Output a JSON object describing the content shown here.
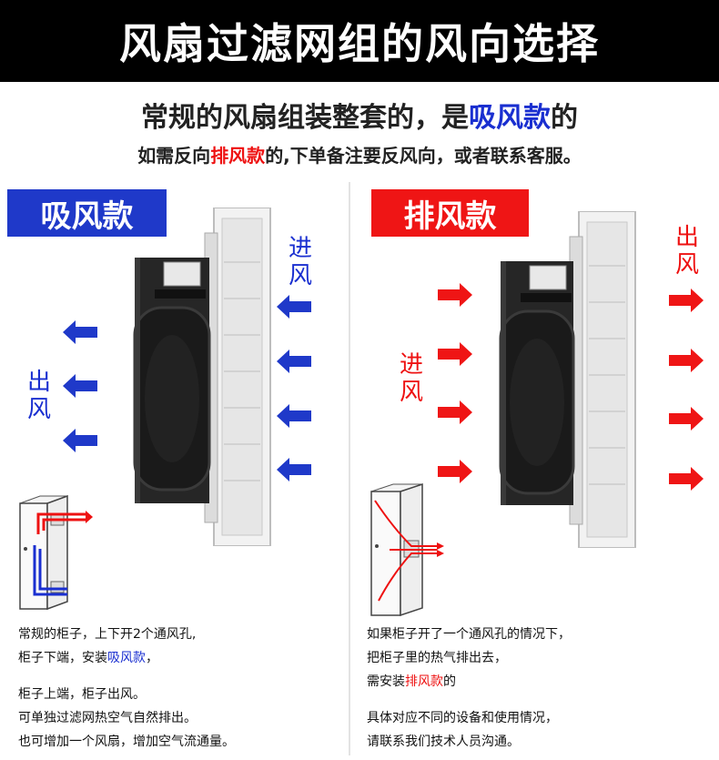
{
  "header": {
    "title": "风扇过滤网组的风向选择"
  },
  "subtitle": {
    "line1_pre": "常规的风扇组装整套的，是",
    "line1_hl": "吸风款",
    "line1_post": "的",
    "line2_pre": "如需反向",
    "line2_hl": "排风款",
    "line2_post": "的,下单备注要反风向，或者联系客服。"
  },
  "left": {
    "tag": "吸风款",
    "in_label": "进风",
    "out_label": "出风",
    "desc": {
      "l1": "常规的柜子，上下开2个通风孔,",
      "l2_pre": "柜子下端，安装",
      "l2_hl": "吸风款",
      "l2_post": "，",
      "l3": "柜子上端，柜子出风。",
      "l4": "可单独过滤网热空气自然排出。",
      "l5": "也可增加一个风扇，增加空气流通量。"
    }
  },
  "right": {
    "tag": "排风款",
    "in_label": "进风",
    "out_label": "出风",
    "desc": {
      "l1": "如果柜子开了一个通风孔的情况下，",
      "l2": "把柜子里的热气排出去，",
      "l3_pre": "需安装",
      "l3_hl": "排风款",
      "l3_post": "的",
      "l4": "具体对应不同的设备和使用情况，",
      "l5": "请联系我们技术人员沟通。"
    }
  },
  "colors": {
    "blue": "#1f39c9",
    "red": "#ef1515",
    "black": "#000000"
  }
}
